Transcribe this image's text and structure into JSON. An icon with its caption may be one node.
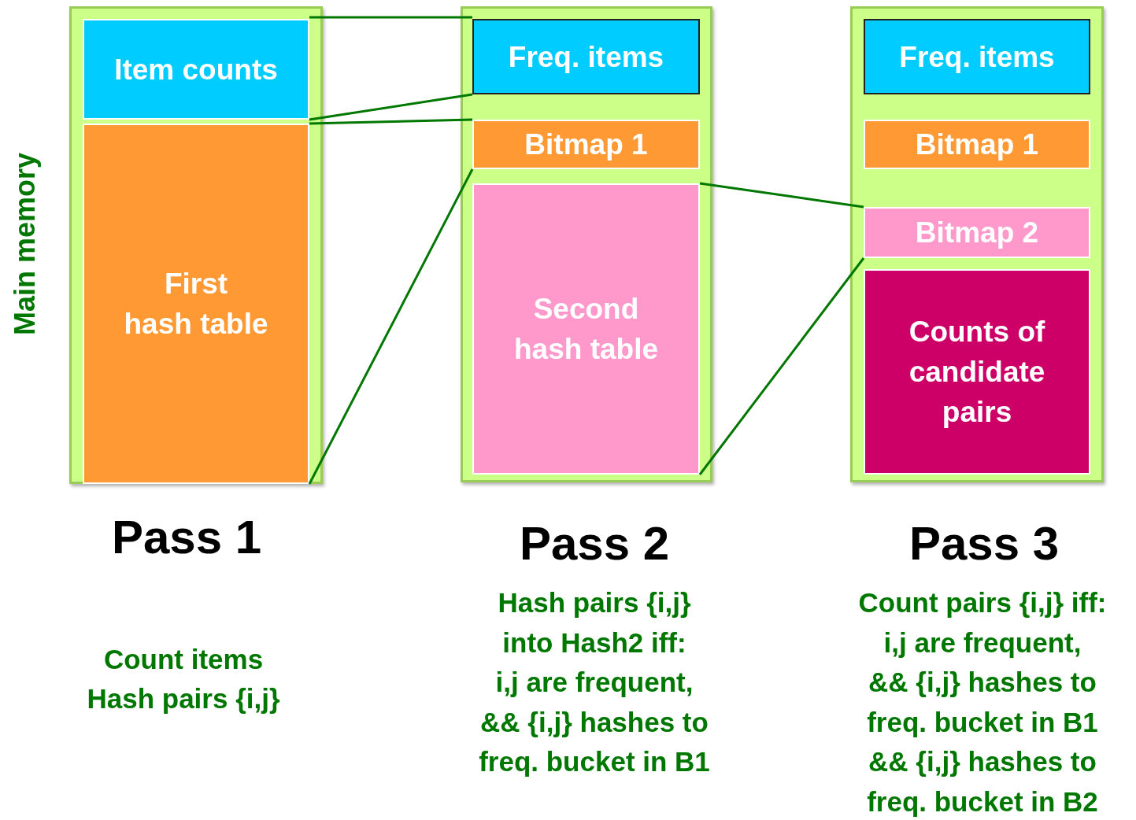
{
  "diagram": {
    "nodes": [
      {
        "text": [],
        "shape": "box"
      },
      {
        "text": [
          "Item counts"
        ],
        "in": 0
      },
      {
        "text": [
          "First hash table"
        ],
        "in": 0
      },
      {
        "text": [],
        "shape": "box"
      },
      {
        "text": [
          "Freq. items"
        ],
        "in": 3
      },
      {
        "text": [
          "Bitmap 1"
        ],
        "in": 3
      },
      {
        "text": [
          "Second hash table"
        ],
        "in": 3
      },
      {
        "text": [],
        "shape": "box"
      },
      {
        "text": [
          "Freq. items"
        ],
        "in": 7
      },
      {
        "text": [
          "Bitmap 1"
        ],
        "in": 7
      },
      {
        "text": [
          "Bitmap 2"
        ],
        "in": 7
      },
      {
        "text": [
          "Counts of candidate pairs"
        ],
        "in": 7
      }
    ],
    "edges": [
      {
        "from": 1,
        "to": 4,
        "arrow": "none"
      },
      {
        "from": 1,
        "to": 4,
        "arrow": "none"
      },
      {
        "from": 2,
        "to": 5,
        "arrow": "none"
      },
      {
        "from": 2,
        "to": 5,
        "arrow": "none"
      },
      {
        "from": 6,
        "to": 10,
        "arrow": "none"
      },
      {
        "from": 6,
        "to": 10,
        "arrow": "none"
      }
    ],
    "labels": [
      "Main memory",
      "Pass 1",
      "Pass 2",
      "Pass 3",
      "Count items Hash pairs {i,j}",
      "Hash pairs {i,j} into Hash2 iff: i,j are frequent, && {i,j} hashes to freq. bucket in B1",
      "Count pairs {i,j} iff: i,j are frequent, && {i,j} hashes to freq. bucket in B1 && {i,j} hashes to freq. bucket in B2"
    ]
  }
}
